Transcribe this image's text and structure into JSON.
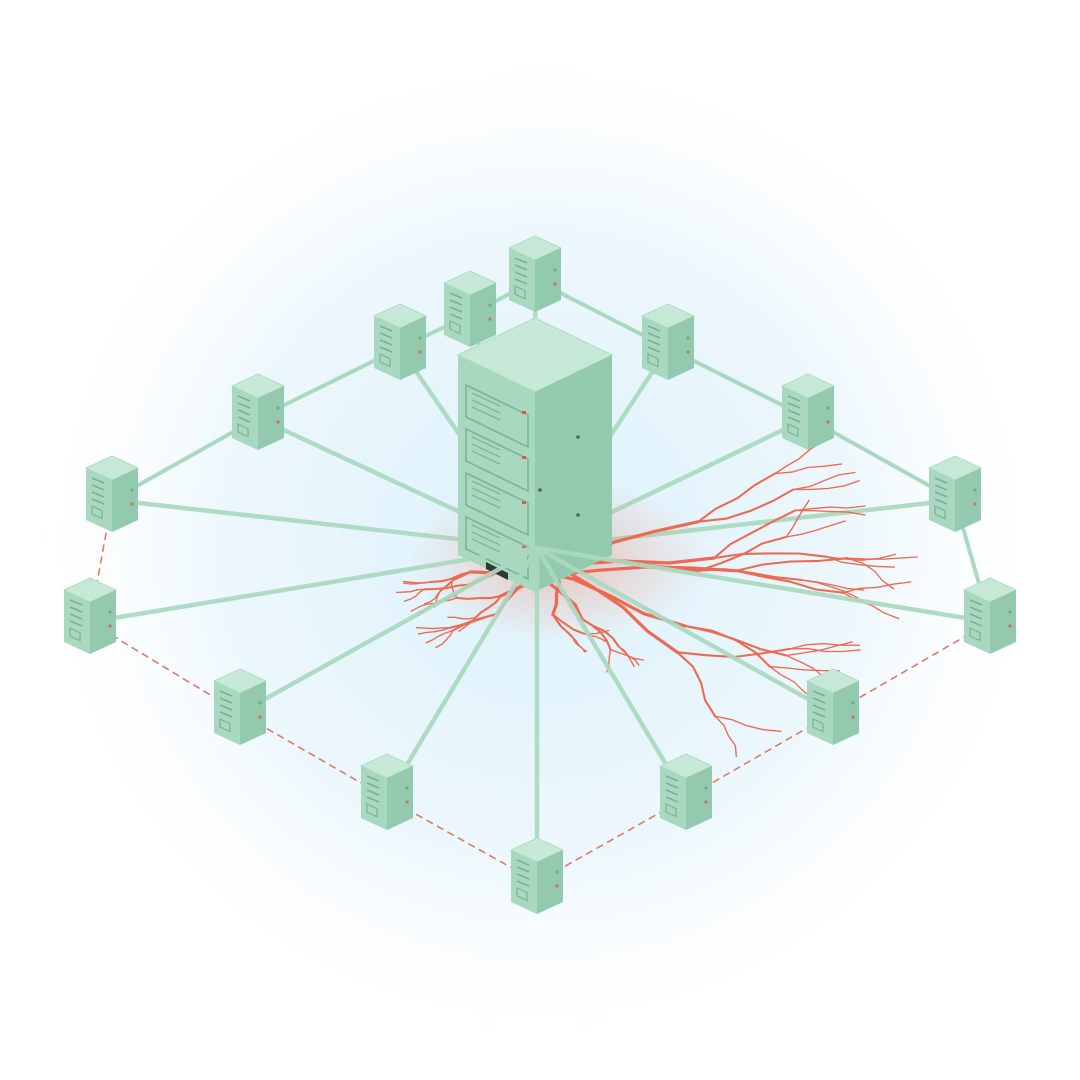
{
  "palette": {
    "background": "#ffffff",
    "glow": "#e2f3fb",
    "server_top": "#c6e8d6",
    "server_left": "#a8d8bf",
    "server_right": "#93c9ae",
    "server_detail": "#6fa88c",
    "link": "#aad9c0",
    "broken_link": "#e07a62",
    "crack": "#ec6a52",
    "led": "#e25a44"
  },
  "diagram": {
    "type": "isometric-network",
    "central_node": {
      "name": "central-server",
      "icon": "server-rack-icon",
      "status": "failing"
    },
    "nodes": [
      {
        "name": "node-n",
        "icon": "server-icon",
        "status": "ok"
      },
      {
        "name": "node-nne",
        "icon": "server-icon",
        "status": "ok"
      },
      {
        "name": "node-ne",
        "icon": "server-icon",
        "status": "ok"
      },
      {
        "name": "node-ene",
        "icon": "server-icon",
        "status": "ok"
      },
      {
        "name": "node-e",
        "icon": "server-icon",
        "status": "ok"
      },
      {
        "name": "node-ese",
        "icon": "server-icon",
        "status": "ok"
      },
      {
        "name": "node-se",
        "icon": "server-icon",
        "status": "ok"
      },
      {
        "name": "node-sse",
        "icon": "server-icon",
        "status": "ok"
      },
      {
        "name": "node-s",
        "icon": "server-icon",
        "status": "ok"
      },
      {
        "name": "node-ssw",
        "icon": "server-icon",
        "status": "ok"
      },
      {
        "name": "node-sw",
        "icon": "server-icon",
        "status": "ok"
      },
      {
        "name": "node-wsw",
        "icon": "server-icon",
        "status": "ok"
      },
      {
        "name": "node-w",
        "icon": "server-icon",
        "status": "ok"
      },
      {
        "name": "node-wnw",
        "icon": "server-icon",
        "status": "ok"
      },
      {
        "name": "node-nw",
        "icon": "server-icon",
        "status": "ok"
      }
    ],
    "ring_links": [
      {
        "from": "node-n",
        "to": "node-nne",
        "status": "ok"
      },
      {
        "from": "node-nne",
        "to": "node-ne",
        "status": "ok"
      },
      {
        "from": "node-ne",
        "to": "node-ene",
        "status": "ok"
      },
      {
        "from": "node-ene",
        "to": "node-e",
        "status": "ok"
      },
      {
        "from": "node-e",
        "to": "node-ese",
        "status": "broken"
      },
      {
        "from": "node-ese",
        "to": "node-se",
        "status": "broken"
      },
      {
        "from": "node-se",
        "to": "node-sse",
        "status": "broken"
      },
      {
        "from": "node-sse",
        "to": "node-s",
        "status": "broken"
      },
      {
        "from": "node-s",
        "to": "node-ssw",
        "status": "broken"
      },
      {
        "from": "node-ssw",
        "to": "node-sw",
        "status": "broken"
      },
      {
        "from": "node-sw",
        "to": "node-wsw",
        "status": "broken"
      },
      {
        "from": "node-wsw",
        "to": "node-w",
        "status": "ok"
      },
      {
        "from": "node-w",
        "to": "node-wnw",
        "status": "ok"
      },
      {
        "from": "node-wnw",
        "to": "node-nw",
        "status": "ok"
      },
      {
        "from": "node-nw",
        "to": "node-n",
        "status": "ok"
      }
    ],
    "spoke_links": "all-nodes-to-central-server"
  }
}
